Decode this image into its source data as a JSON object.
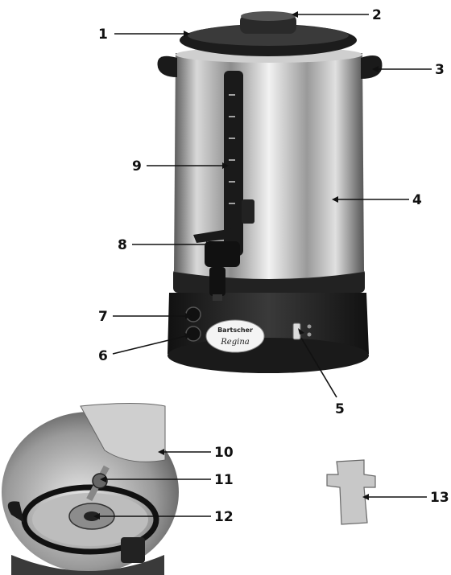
{
  "callouts": [
    {
      "id": "1",
      "label": "1"
    },
    {
      "id": "2",
      "label": "2"
    },
    {
      "id": "3",
      "label": "3"
    },
    {
      "id": "4",
      "label": "4"
    },
    {
      "id": "5",
      "label": "5"
    },
    {
      "id": "6",
      "label": "6"
    },
    {
      "id": "7",
      "label": "7"
    },
    {
      "id": "8",
      "label": "8"
    },
    {
      "id": "9",
      "label": "9"
    },
    {
      "id": "10",
      "label": "10"
    },
    {
      "id": "11",
      "label": "11"
    },
    {
      "id": "12",
      "label": "12"
    },
    {
      "id": "13",
      "label": "13"
    }
  ],
  "brand": {
    "name": "Bartscher",
    "model": "Regina"
  }
}
